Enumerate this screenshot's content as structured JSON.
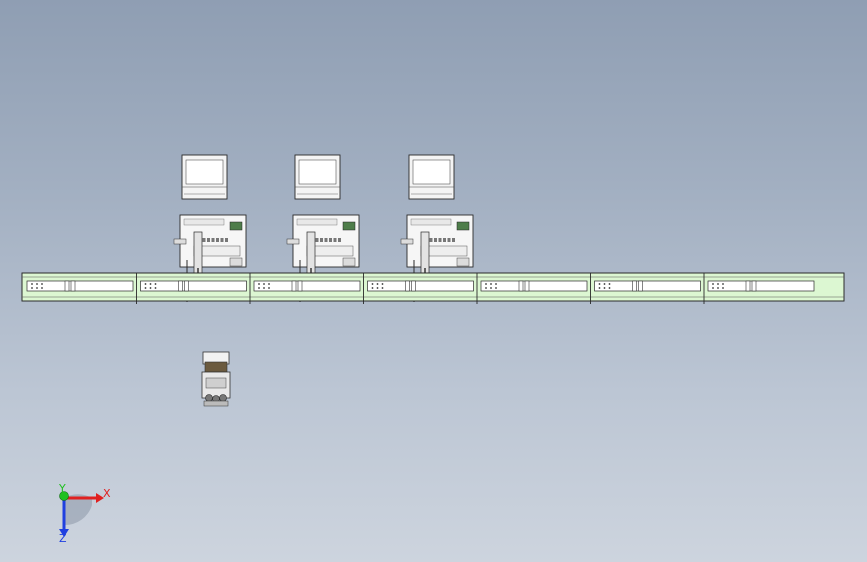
{
  "scene": {
    "type": "cad-viewport",
    "stations": [
      {
        "id": "station-1"
      },
      {
        "id": "station-2"
      },
      {
        "id": "station-3"
      }
    ],
    "conveyor": {
      "segment_count": 7
    },
    "cart": {
      "id": "transfer-cart"
    }
  },
  "triad": {
    "x_label": "X",
    "y_label": "Y",
    "z_label": "Z",
    "colors": {
      "x": "#e02020",
      "y": "#20c020",
      "z": "#2040e0"
    }
  },
  "colors": {
    "conveyor_fill": "#dcf7d2",
    "conveyor_outline": "#2a2a2a",
    "panel_fill": "#f4f4f4",
    "display_green": "#4e7d4a",
    "cart_brown": "#6b5a3e"
  }
}
